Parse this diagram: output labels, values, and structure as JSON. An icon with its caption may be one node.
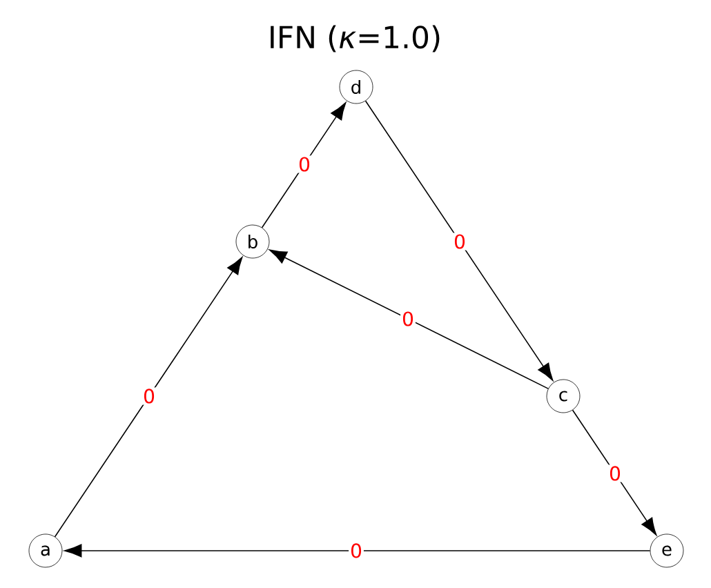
{
  "diagram": {
    "title": "IFN (*κ*=1.0)",
    "nodes": [
      {
        "text": [
          "d"
        ]
      },
      {
        "text": [
          "b"
        ]
      },
      {
        "text": [
          "c"
        ]
      },
      {
        "text": [
          "a"
        ]
      },
      {
        "text": [
          "e"
        ]
      }
    ],
    "edges": [
      {
        "from": 3,
        "to": 1,
        "arrow": "to",
        "label": "0"
      },
      {
        "from": 1,
        "to": 0,
        "arrow": "to",
        "label": "0"
      },
      {
        "from": 0,
        "to": 2,
        "arrow": "to",
        "label": "0"
      },
      {
        "from": 2,
        "to": 1,
        "arrow": "to",
        "label": "0"
      },
      {
        "from": 2,
        "to": 4,
        "arrow": "to",
        "label": "0"
      },
      {
        "from": 4,
        "to": 3,
        "arrow": "to",
        "label": "0"
      }
    ]
  }
}
